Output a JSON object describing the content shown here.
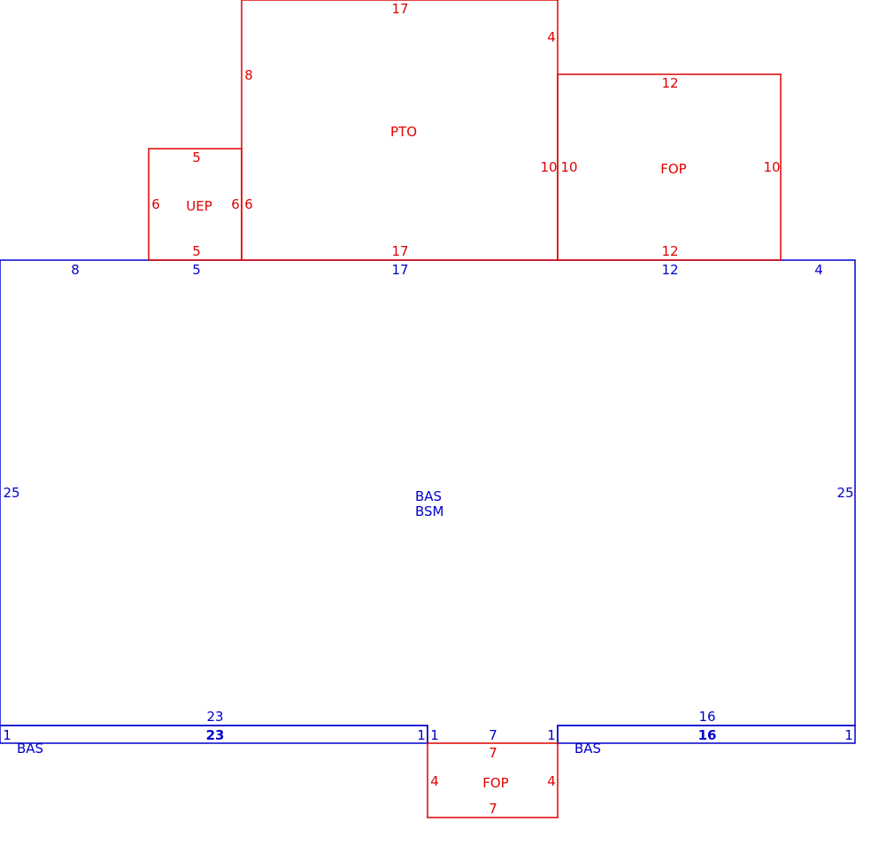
{
  "colors": {
    "addition": "#e00000",
    "main": "#0000cc"
  },
  "areas": {
    "pto": {
      "code": "PTO",
      "top": "17",
      "top_right": "4",
      "left": "8",
      "right": "10",
      "bottom": "17"
    },
    "uep": {
      "code": "UEP",
      "top": "5",
      "left": "6",
      "right": "6",
      "bottom": "5",
      "right_outer": "6"
    },
    "fop_rear": {
      "code": "FOP",
      "top": "12",
      "left": "10",
      "right": "10",
      "bottom": "12"
    },
    "main": {
      "code_1": "BAS",
      "code_2": "BSM",
      "top_left": "8",
      "top_uep": "5",
      "top_pto": "17",
      "top_fop": "12",
      "top_right": "4",
      "left": "25",
      "right": "25",
      "bottom_left": "23",
      "bottom_right": "16"
    },
    "bas_left": {
      "code": "BAS",
      "top": "23",
      "left": "1",
      "right": "1"
    },
    "bas_right": {
      "code": "BAS",
      "top": "16",
      "left": "1",
      "right": "1"
    },
    "fop_front": {
      "code": "FOP",
      "top": "7",
      "top_inner": "7",
      "left": "4",
      "right": "4",
      "bottom": "7",
      "left_outer": "1",
      "right_outer": "1"
    }
  }
}
